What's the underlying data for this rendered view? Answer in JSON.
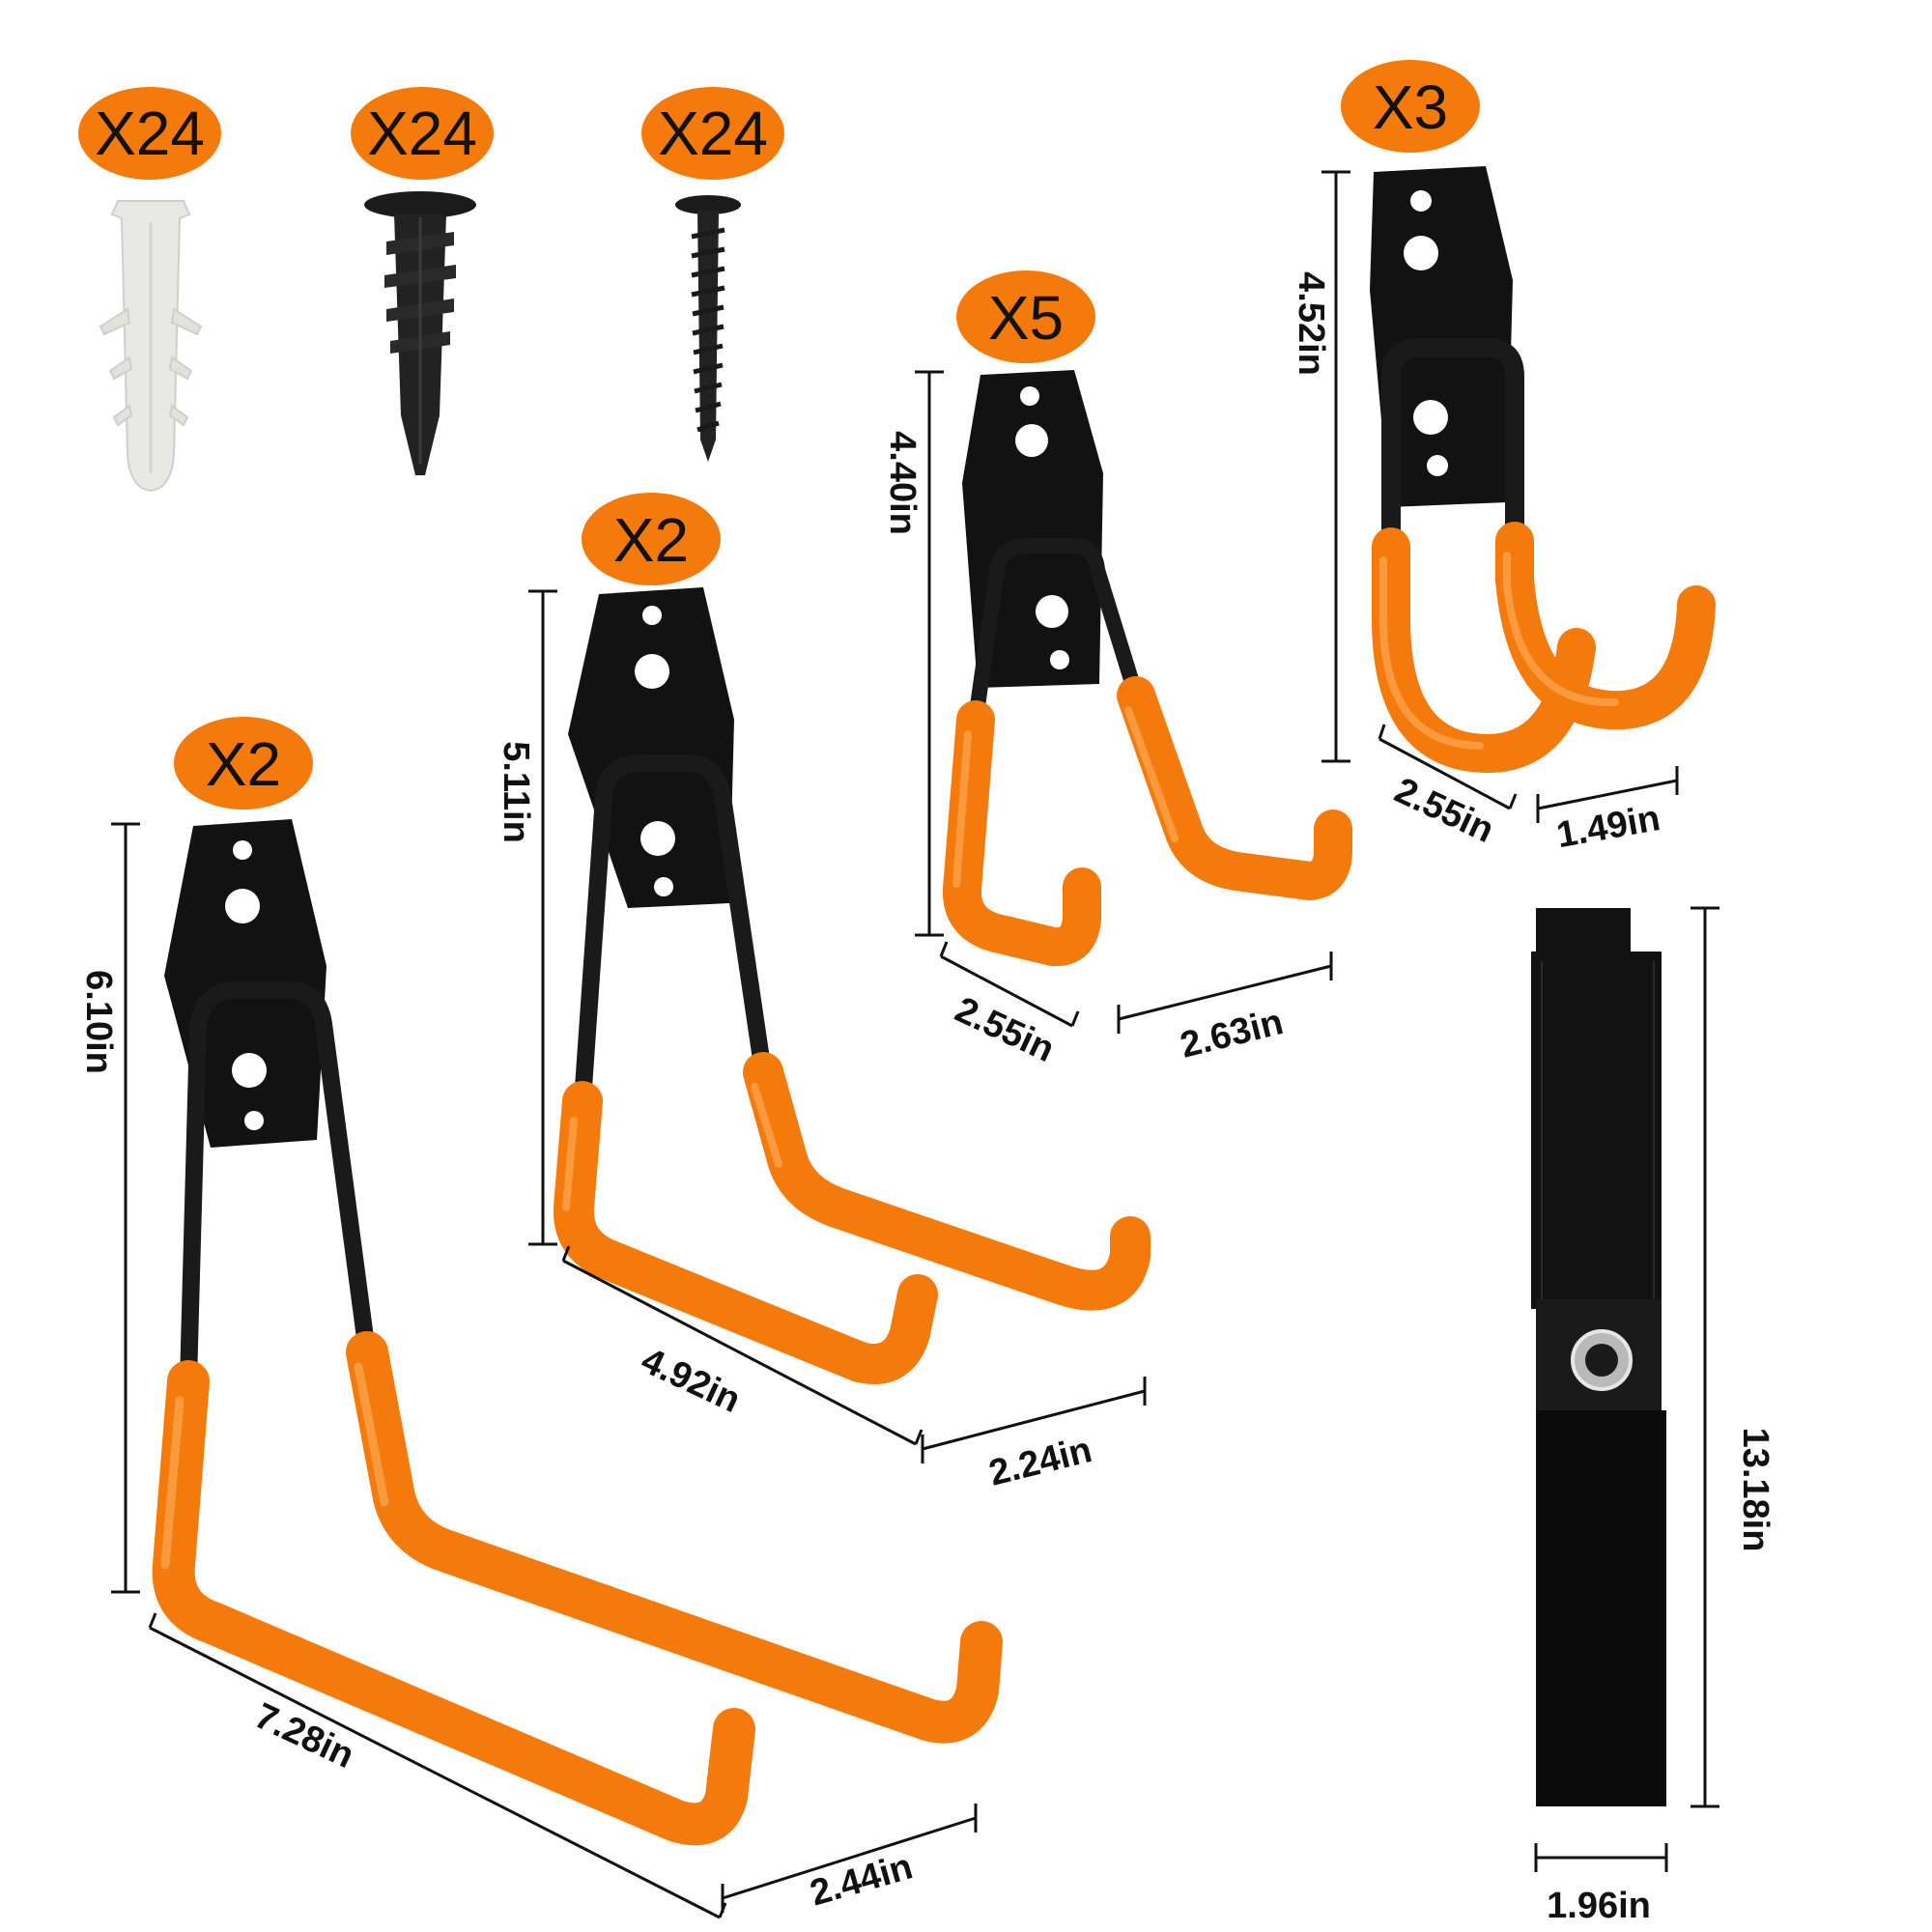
{
  "colors": {
    "badge": "#f47a0c",
    "coating": "#f47a0c",
    "metal": "#121212",
    "background": "#ffffff"
  },
  "hardware": [
    {
      "id": "wall-anchor",
      "count": "X24"
    },
    {
      "id": "drywall-anchor",
      "count": "X24"
    },
    {
      "id": "screw",
      "count": "X24"
    }
  ],
  "hooks": {
    "large": {
      "count": "X2",
      "height": "6.10in",
      "length": "7.28in",
      "gap": "2.44in"
    },
    "medium": {
      "count": "X2",
      "height": "5.11in",
      "length": "4.92in",
      "gap": "2.24in"
    },
    "small": {
      "count": "X5",
      "height": "4.40in",
      "width": "2.55in",
      "length": "2.63in"
    },
    "j_hook": {
      "count": "X3",
      "height": "4.52in",
      "width": "2.55in",
      "depth": "1.49in"
    }
  },
  "strap": {
    "height": "13.18in",
    "width": "1.96in"
  }
}
